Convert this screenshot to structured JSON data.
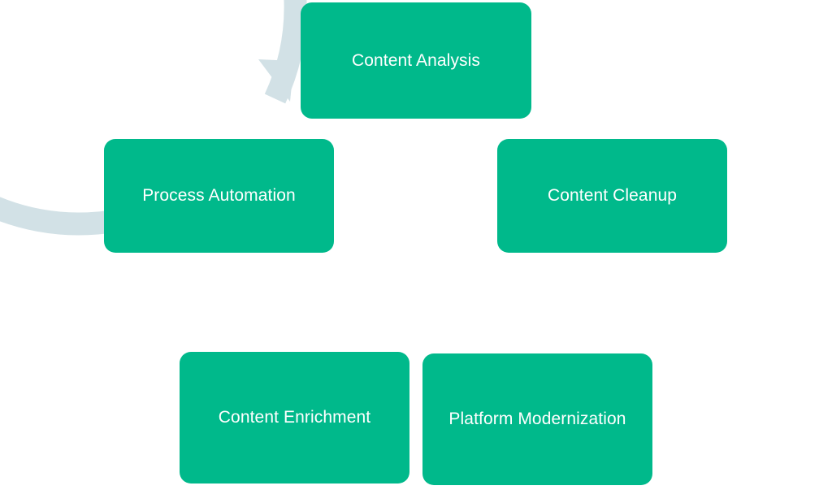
{
  "diagram": {
    "type": "cycle",
    "colors": {
      "box_fill": "#00b98b",
      "box_text": "#ffffff",
      "ring": "#d2e1e6"
    },
    "steps": [
      {
        "label": "Content Analysis"
      },
      {
        "label": "Content Cleanup"
      },
      {
        "label": "Platform Modernization"
      },
      {
        "label": "Content Enrichment"
      },
      {
        "label": "Process Automation"
      }
    ]
  }
}
